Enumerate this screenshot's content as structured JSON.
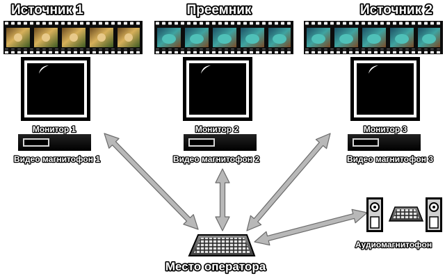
{
  "titles": {
    "source1": "Источник 1",
    "receiver": "Преемник",
    "source2": "Источник 2"
  },
  "monitors": [
    "Монитор 1",
    "Монитор 2",
    "Монитор 3"
  ],
  "vcrs": [
    "Видео магнитофон 1",
    "Видео магнитофон 2",
    "Видео магнитофон 3"
  ],
  "audio_recorder": "Аудиомагнитофон",
  "operator": "Место оператора",
  "colors": {
    "arrow_fill": "#b8b8b8",
    "arrow_stroke": "#6a6a6a",
    "film": "#0c0c0c",
    "frame_warm": "#c89a3a",
    "frame_teal": "#2e8e8a"
  },
  "icons": {
    "film_strip": "film-strip-icon",
    "monitor": "monitor-icon",
    "vcr": "vcr-icon",
    "keyboard": "keyboard-icon",
    "speaker": "speaker-icon"
  }
}
